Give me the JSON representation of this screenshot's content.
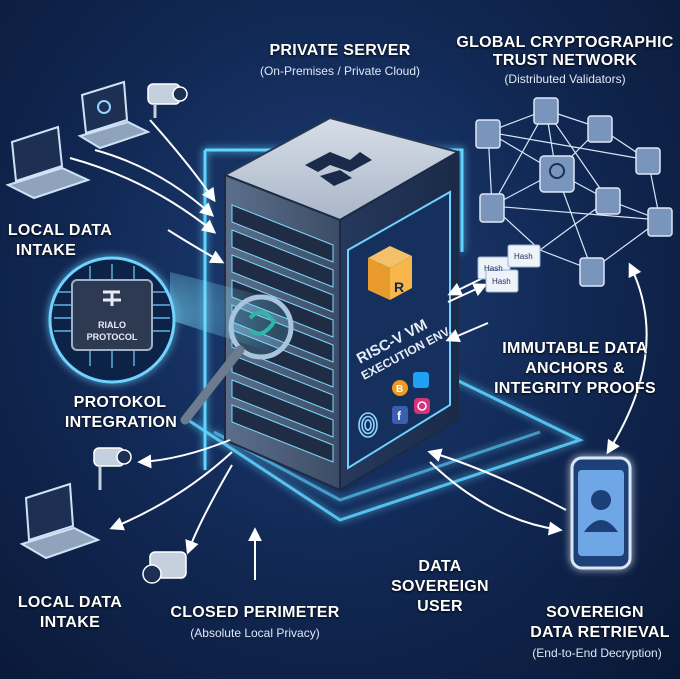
{
  "private_server": {
    "title": "PRIVATE SERVER",
    "subtitle": "(On-Premises / Private Cloud)"
  },
  "trust_network": {
    "title_line1": "GLOBAL CRYPTOGRAPHIC",
    "title_line2": "TRUST NETWORK",
    "subtitle": "(Distributed Validators)"
  },
  "local_intake_top": {
    "line1": "LOCAL DATA",
    "line2": "INTAKE"
  },
  "local_intake_bottom": {
    "line1": "LOCAL DATA",
    "line2": "INTAKE"
  },
  "chip": {
    "line1": "RIALO",
    "line2": "PROTOCOL"
  },
  "protokol": {
    "line1": "PROTOKOL",
    "line2": "INTEGRATION"
  },
  "risc": {
    "line1": "RISC-V VM",
    "line2": "EXECUTION ENV."
  },
  "immutable": {
    "line1": "IMMUTABLE DATA",
    "line2": "ANCHORS &",
    "line3": "INTEGRITY PROOFS"
  },
  "closed_perimeter": {
    "title": "CLOSED PERIMETER",
    "subtitle": "(Absolute Local Privacy)"
  },
  "data_sovereign": {
    "line1": "DATA",
    "line2": "SOVEREIGN",
    "line3": "USER"
  },
  "retrieval": {
    "line1": "SOVEREIGN",
    "line2": "DATA RETRIEVAL",
    "subtitle": "(End-to-End Decryption)"
  },
  "blocks": {
    "b1": "Hash",
    "b2": "Hash",
    "b3": "Hash"
  },
  "colors": {
    "glow": "#5fd4ff",
    "accent_orange": "#f0a53a",
    "background": "#122a57"
  },
  "icons": [
    "laptop-icon",
    "camera-icon",
    "server-icon",
    "chip-icon",
    "magnifier-icon",
    "node-icon",
    "phone-icon",
    "fingerprint-icon",
    "bitcoin-icon",
    "twitter-icon",
    "facebook-icon",
    "instagram-icon",
    "cube-icon"
  ]
}
